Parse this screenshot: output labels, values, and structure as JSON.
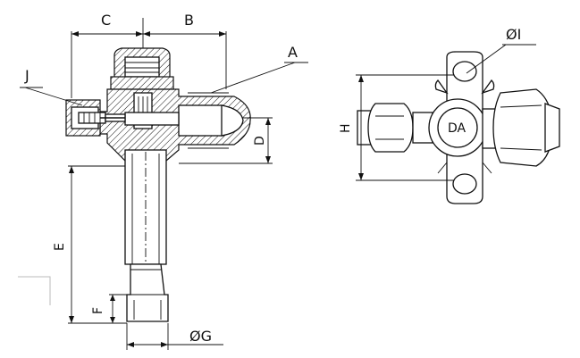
{
  "labels": {
    "A": "A",
    "B": "B",
    "C": "C",
    "D": "D",
    "E": "E",
    "F": "F",
    "G": "ØG",
    "H": "H",
    "I": "ØI",
    "J": "J",
    "logo": "DA"
  }
}
